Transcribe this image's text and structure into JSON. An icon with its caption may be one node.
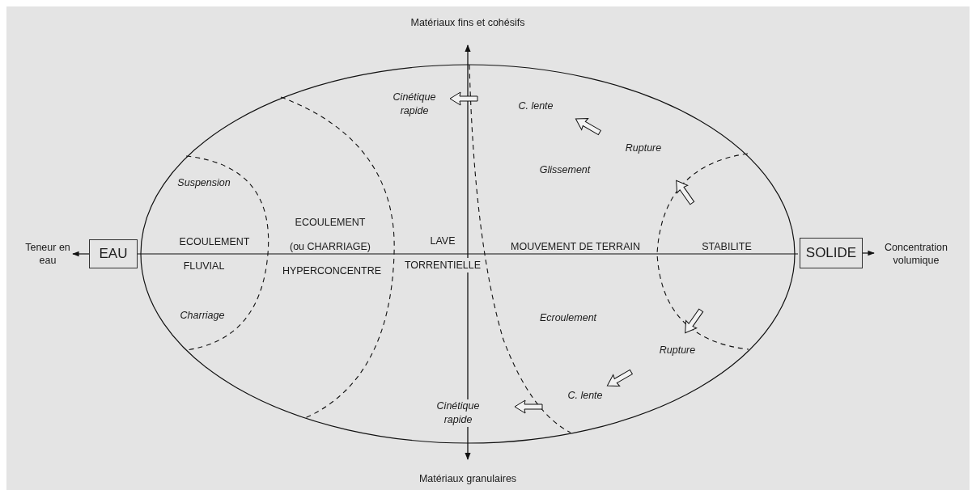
{
  "diagram": {
    "nodes": [
      {
        "text": [
          "Teneur en eau"
        ]
      },
      {
        "text": [
          "EAU"
        ]
      },
      {
        "text": [
          "SOLIDE"
        ]
      },
      {
        "text": [
          "Concentration volumique"
        ]
      }
    ],
    "edges": [
      {
        "from": 1,
        "to": 0,
        "arrow": "to"
      },
      {
        "from": 1,
        "to": 2,
        "arrow": "none"
      },
      {
        "from": 2,
        "to": 3,
        "arrow": "to"
      }
    ],
    "labels": [
      "Matériaux fins et cohésifs",
      "Cinétique rapide",
      "C. lente",
      "Rupture",
      "Glissement",
      "Suspension",
      "ECOULEMENT",
      "(ou CHARRIAGE)",
      "ECOULEMENT",
      "LAVE",
      "MOUVEMENT DE TERRAIN",
      "STABILITE",
      "FLUVIAL",
      "HYPERCONCENTRE",
      "TORRENTIELLE",
      "Charriage",
      "Ecroulement",
      "Rupture",
      "C. lente",
      "Cinétique rapide",
      "Matériaux granulaires"
    ]
  }
}
